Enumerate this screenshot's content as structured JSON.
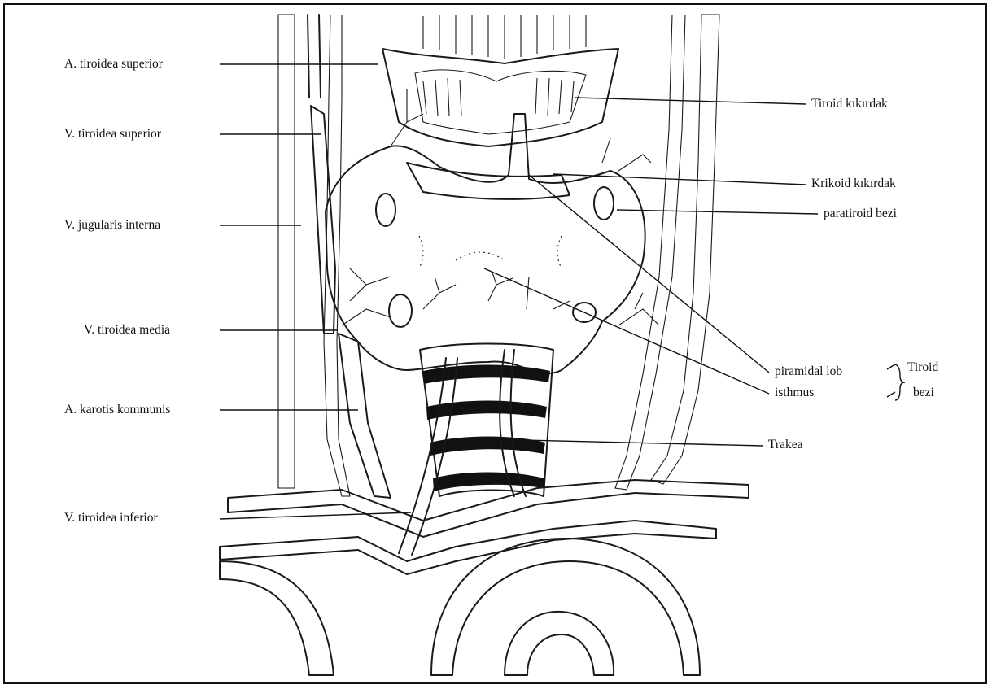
{
  "labels": {
    "a_tiroidea_superior": "A. tiroidea superior",
    "v_tiroidea_superior": "V. tiroidea superior",
    "v_jugularis_interna": "V. jugularis interna",
    "v_tiroidea_media": "V. tiroidea media",
    "a_karotis_kommunis": "A. karotis kommunis",
    "v_tiroidea_inferior": "V. tiroidea inferior",
    "tiroid_kikirdak": "Tiroid kıkırdak",
    "krikoid_kikirdak": "Krikoid kıkırdak",
    "paratiroid_bezi": "paratiroid bezi",
    "piramidal_lob": "piramidal lob",
    "isthmus": "isthmus",
    "tiroid_bezi_line1": "Tiroid",
    "tiroid_bezi_line2": "bezi",
    "trakea": "Trakea"
  }
}
